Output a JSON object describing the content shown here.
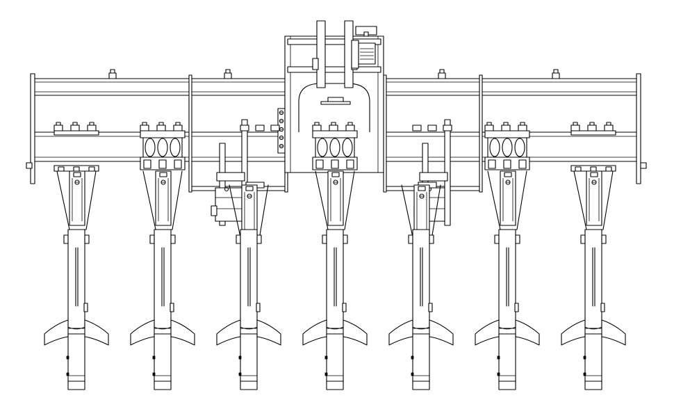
{
  "drawing": {
    "subject": "chisel-plough-front-elevation",
    "colors": {
      "line": "#000000",
      "background": "#ffffff"
    },
    "tine_count": 7,
    "clamp_types": [
      "plate-clamp",
      "block-clamp",
      "plate-clamp",
      "block-clamp",
      "plate-clamp",
      "block-clamp",
      "plate-clamp"
    ],
    "tine_rows": [
      "front",
      "front",
      "rear",
      "front",
      "rear",
      "front",
      "front"
    ],
    "clamp_bolts_per_clamp": 3,
    "lift_arm_count": 2,
    "hitch_plate_holes": 5
  }
}
